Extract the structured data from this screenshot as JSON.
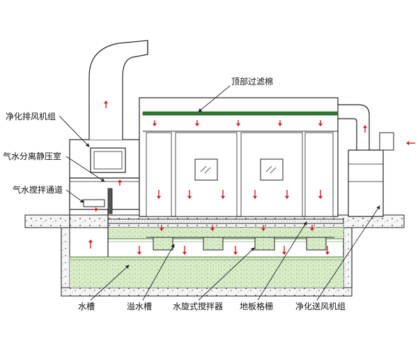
{
  "labels": {
    "top_filter": "顶部过滤棉",
    "exhaust_unit": "净化排风机组",
    "separation_chamber": "气水分离静压室",
    "mixing_channel": "气水搅拌通道",
    "water_tank": "水槽",
    "overflow_tank": "溢水槽",
    "vortex_mixer": "水旋式搅拌器",
    "floor_grating": "地板格栅",
    "supply_unit": "净化送风机组"
  },
  "colors": {
    "line": "#222222",
    "arrow": "#d42020",
    "filter": "#2f7a2f",
    "water": "#d8ecc8",
    "ground": "#f2f2f2"
  },
  "icons": {
    "airflow": "airflow-arrow-icon",
    "window": "window-glass-icon"
  }
}
